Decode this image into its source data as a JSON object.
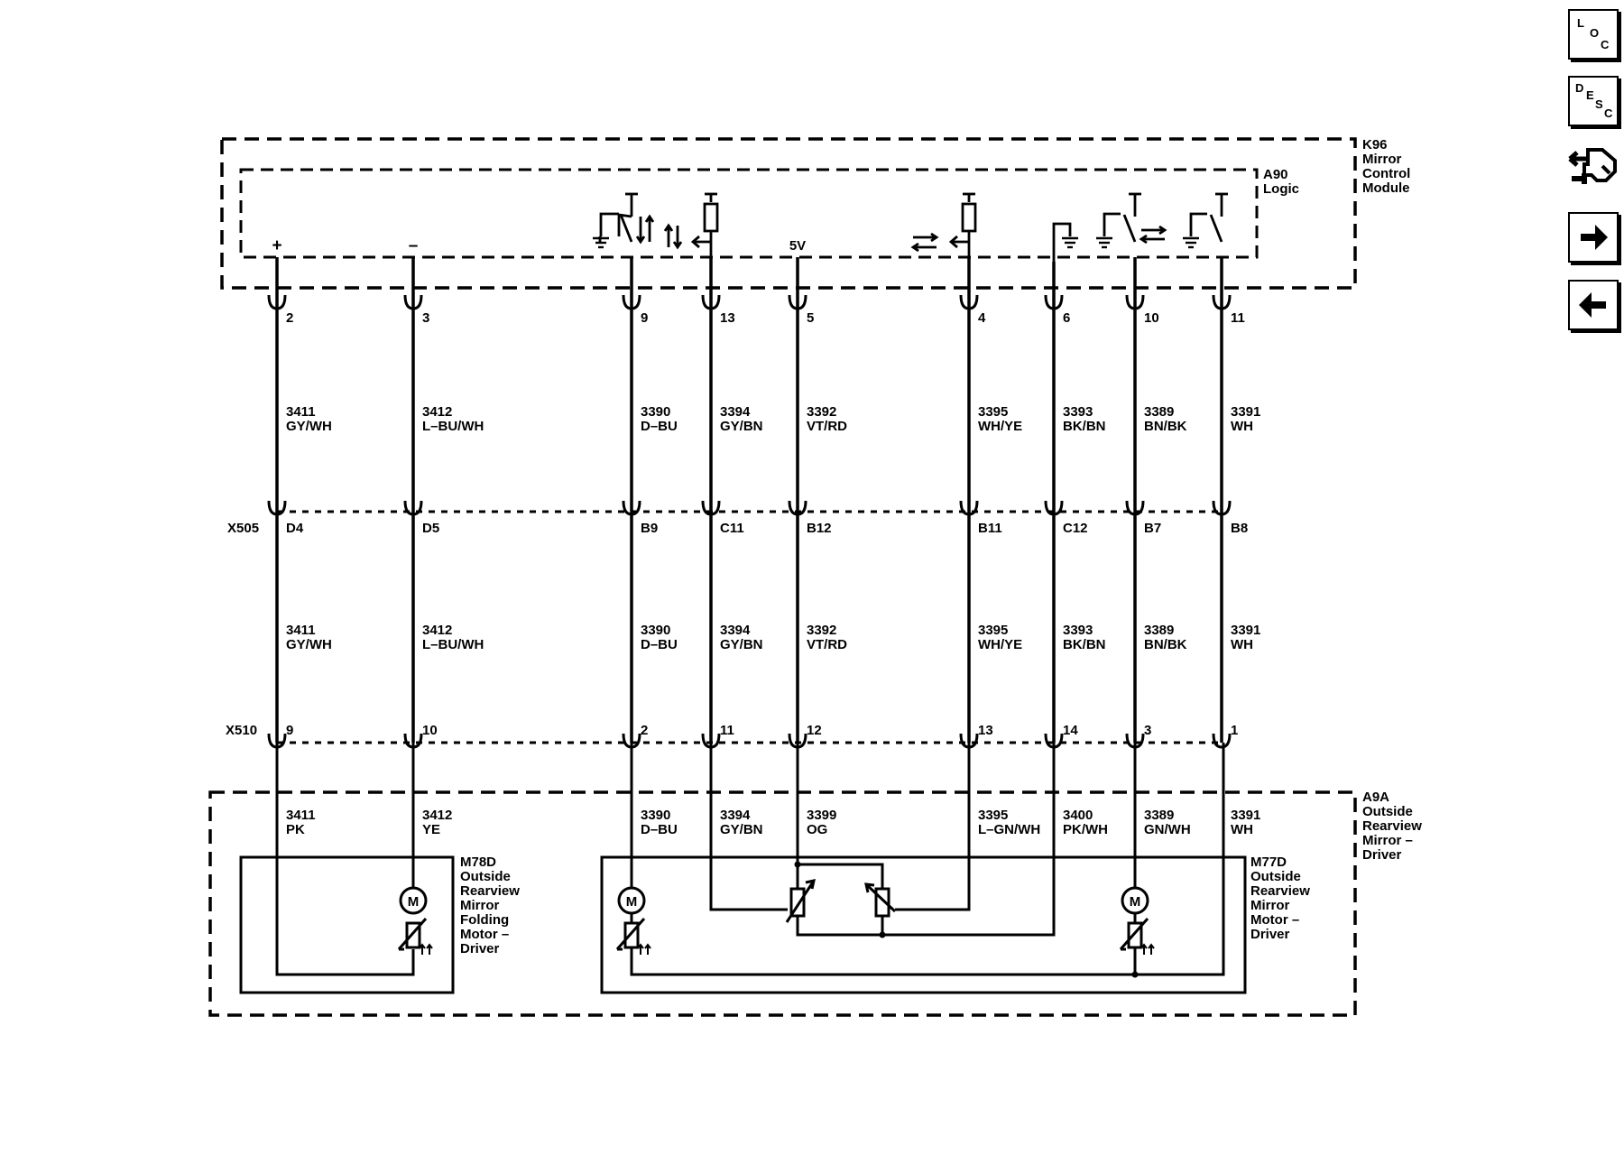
{
  "modules": {
    "k96": {
      "label": "K96\nMirror\nControl\nModule"
    },
    "a90": {
      "label": "A90\nLogic"
    },
    "a9a": {
      "label": "A9A\nOutside\nRearview\nMirror –\nDriver"
    },
    "m78d": {
      "label": "M78D\nOutside\nRearview\nMirror\nFolding\nMotor –\nDriver"
    },
    "m77d": {
      "label": "M77D\nOutside\nRearview\nMirror\nMotor –\nDriver"
    }
  },
  "logic_labels": {
    "plus": "+",
    "minus": "–",
    "five_v": "5V"
  },
  "motor_symbol": "M",
  "connectors": {
    "x505": "X505",
    "x510": "X510"
  },
  "circuits": [
    {
      "id": "c1",
      "pin_top": "2",
      "wire_top": "3411",
      "color_top": "GY/WH",
      "pin_x505": "D4",
      "wire_mid": "3411",
      "color_mid": "GY/WH",
      "pin_x510": "9",
      "wire_bot": "3411",
      "color_bot": "PK"
    },
    {
      "id": "c2",
      "pin_top": "3",
      "wire_top": "3412",
      "color_top": "L–BU/WH",
      "pin_x505": "D5",
      "wire_mid": "3412",
      "color_mid": "L–BU/WH",
      "pin_x510": "10",
      "wire_bot": "3412",
      "color_bot": "YE"
    },
    {
      "id": "c3",
      "pin_top": "9",
      "wire_top": "3390",
      "color_top": "D–BU",
      "pin_x505": "B9",
      "wire_mid": "3390",
      "color_mid": "D–BU",
      "pin_x510": "2",
      "wire_bot": "3390",
      "color_bot": "D–BU"
    },
    {
      "id": "c4",
      "pin_top": "13",
      "wire_top": "3394",
      "color_top": "GY/BN",
      "pin_x505": "C11",
      "wire_mid": "3394",
      "color_mid": "GY/BN",
      "pin_x510": "11",
      "wire_bot": "3394",
      "color_bot": "GY/BN"
    },
    {
      "id": "c5",
      "pin_top": "5",
      "wire_top": "3392",
      "color_top": "VT/RD",
      "pin_x505": "B12",
      "wire_mid": "3392",
      "color_mid": "VT/RD",
      "pin_x510": "12",
      "wire_bot": "3399",
      "color_bot": "OG"
    },
    {
      "id": "c6",
      "pin_top": "4",
      "wire_top": "3395",
      "color_top": "WH/YE",
      "pin_x505": "B11",
      "wire_mid": "3395",
      "color_mid": "WH/YE",
      "pin_x510": "13",
      "wire_bot": "3395",
      "color_bot": "L–GN/WH"
    },
    {
      "id": "c7",
      "pin_top": "6",
      "wire_top": "3393",
      "color_top": "BK/BN",
      "pin_x505": "C12",
      "wire_mid": "3393",
      "color_mid": "BK/BN",
      "pin_x510": "14",
      "wire_bot": "3400",
      "color_bot": "PK/WH"
    },
    {
      "id": "c8",
      "pin_top": "10",
      "wire_top": "3389",
      "color_top": "BN/BK",
      "pin_x505": "B7",
      "wire_mid": "3389",
      "color_mid": "BN/BK",
      "pin_x510": "3",
      "wire_bot": "3389",
      "color_bot": "GN/WH"
    },
    {
      "id": "c9",
      "pin_top": "11",
      "wire_top": "3391",
      "color_top": "WH",
      "pin_x505": "B8",
      "wire_mid": "3391",
      "color_mid": "WH",
      "pin_x510": "1",
      "wire_bot": "3391",
      "color_bot": "WH"
    }
  ],
  "nav": {
    "loc": {
      "letters": [
        "L",
        "O",
        "C"
      ]
    },
    "desc": {
      "letters": [
        "D",
        "E",
        "S",
        "C"
      ]
    },
    "icons": {
      "connector": "connector-end-view-icon",
      "next": "right-arrow-icon",
      "prev": "left-arrow-icon"
    }
  }
}
